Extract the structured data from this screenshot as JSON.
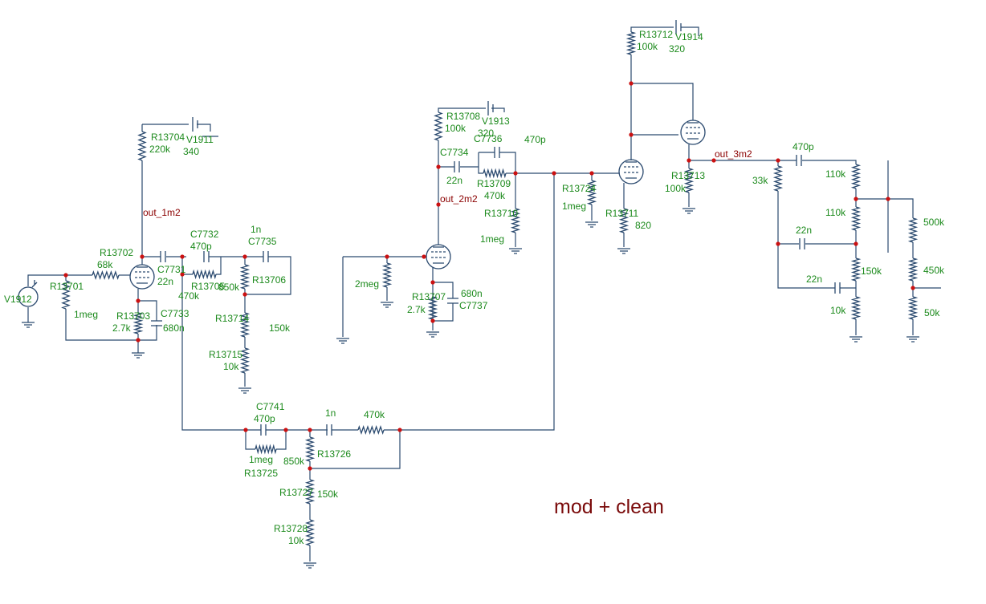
{
  "title": "mod + clean",
  "net_labels": [
    "out_1m2",
    "out_2m2",
    "out_3m2"
  ],
  "labels": [
    "V1912",
    "R13701",
    "1meg",
    "R13702",
    "68k",
    "C7731",
    "22n",
    "R13703",
    "2.7k",
    "C7733",
    "680n",
    "R13704",
    "220k",
    "V1911",
    "340",
    "C7732",
    "470p",
    "1n",
    "C7735",
    "R13705",
    "470k",
    "850k",
    "R13706",
    "R13714",
    "150k",
    "R13715",
    "10k",
    "C7741",
    "470p",
    "1meg",
    "R13725",
    "850k",
    "R13726",
    "1n",
    "470k",
    "R13727",
    "150k",
    "R13728",
    "10k",
    "2meg",
    "R13707",
    "2.7k",
    "680n",
    "C7737",
    "R13708",
    "100k",
    "V1913",
    "320",
    "C7734",
    "22n",
    "C7736",
    "470p",
    "R13709",
    "470k",
    "R13710",
    "1meg",
    "R13724",
    "1meg",
    "R13711",
    "820",
    "R13712",
    "100k",
    "V1914",
    "320",
    "R13713",
    "100k",
    "470p",
    "33k",
    "110k",
    "110k",
    "22n",
    "150k",
    "22n",
    "10k",
    "500k",
    "450k",
    "50k"
  ]
}
